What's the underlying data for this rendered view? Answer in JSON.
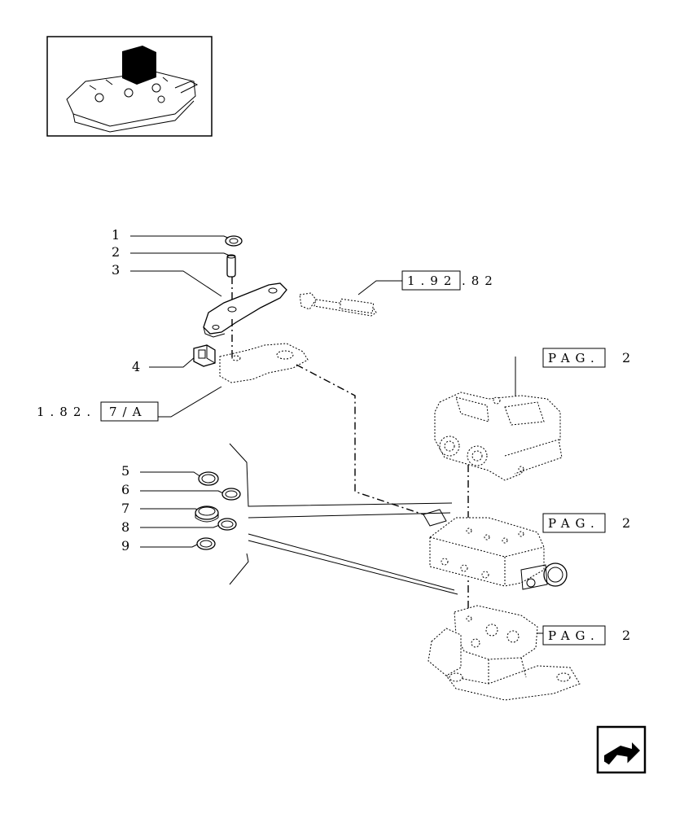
{
  "callouts": {
    "item_1": "1",
    "item_2": "2",
    "item_3": "3",
    "item_4": "4",
    "item_5": "5",
    "item_6": "6",
    "item_7": "7",
    "item_8": "8",
    "item_9": "9"
  },
  "references": {
    "ref_top_boxed": "1.92",
    "ref_top_suffix": ".82",
    "ref_left_prefix": "1.82.",
    "ref_left_boxed": "7/A",
    "pag_label": "PAG.",
    "pag_1_number": "2",
    "pag_2_number": "2",
    "pag_3_number": "2"
  },
  "icons": {
    "thumbnail": "lift-housing-thumbnail-icon",
    "nav": "return-arrow-icon"
  }
}
